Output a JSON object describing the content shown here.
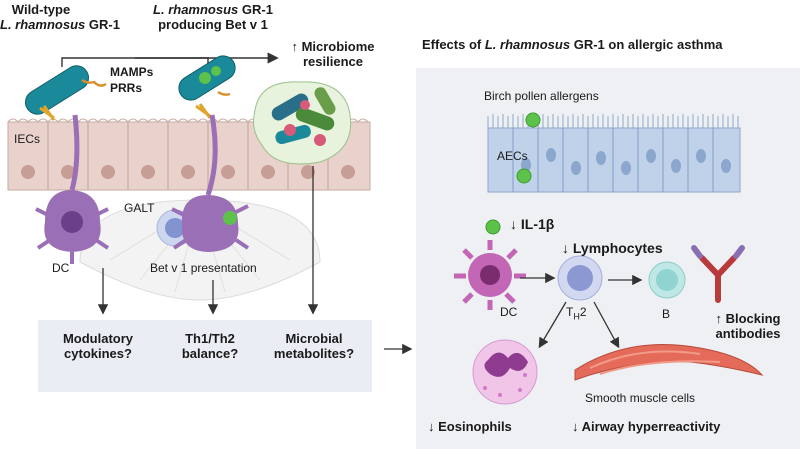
{
  "left": {
    "wild_type_1": "Wild-type",
    "wild_type_2_italic": "L. rhamnosus",
    "wild_type_2_rest": " GR-1",
    "producing_1_italic": "L. rhamnosus",
    "producing_1_rest": " GR-1",
    "producing_2": "producing Bet v 1",
    "resilience_1": "↑ Microbiome",
    "resilience_2": "resilience",
    "mamps": "MAMPs",
    "prrs": "PRRs",
    "iecs": "IECs",
    "galt": "GALT",
    "dc": "DC",
    "bet_presentation": "Bet v 1 presentation"
  },
  "outcomes": {
    "cytokines_1": "Modulatory",
    "cytokines_2": "cytokines?",
    "balance_1": "Th1/Th2",
    "balance_2": "balance?",
    "metabolites_1": "Microbial",
    "metabolites_2": "metabolites?"
  },
  "right": {
    "title_pre": "Effects of ",
    "title_italic": "L. rhamnosus",
    "title_post": " GR-1 on allergic asthma",
    "birch": "Birch pollen allergens",
    "aecs": "AECs",
    "il1b": "↓ IL-1β",
    "lymphocytes": "↓ Lymphocytes",
    "dc": "DC",
    "th2_base": "T",
    "th2_sub": "H",
    "th2_num": "2",
    "b": "B",
    "blocking_1": "↑ Blocking",
    "blocking_2": "antibodies",
    "smooth": "Smooth muscle cells",
    "eosinophils": "↓ Eosinophils",
    "airway": "↓ Airway hyperreactivity"
  },
  "colors": {
    "panel": "#eef0f4",
    "bacterium": "#1a8a9a",
    "dendritic": "#9b6fb5",
    "epithelium": "#e9d2cc",
    "airway_cells": "#bfd2ea",
    "allergen": "#5cc24a",
    "antibody": "#b83a3a"
  }
}
